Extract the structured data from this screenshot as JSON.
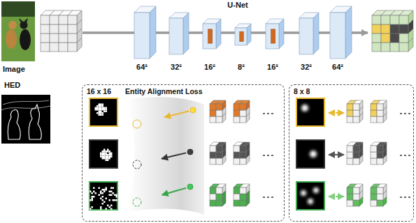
{
  "diagram": {
    "nodes": [
      {
        "text": [
          "16 x 16",
          "Entity Alignment Loss"
        ]
      },
      {
        "text": [
          "8 x 8"
        ]
      }
    ],
    "labels": [
      "U-Net",
      "Image",
      "64²",
      "32²",
      "16²",
      "8²",
      "16²",
      "32²",
      "64²",
      "HED"
    ]
  }
}
